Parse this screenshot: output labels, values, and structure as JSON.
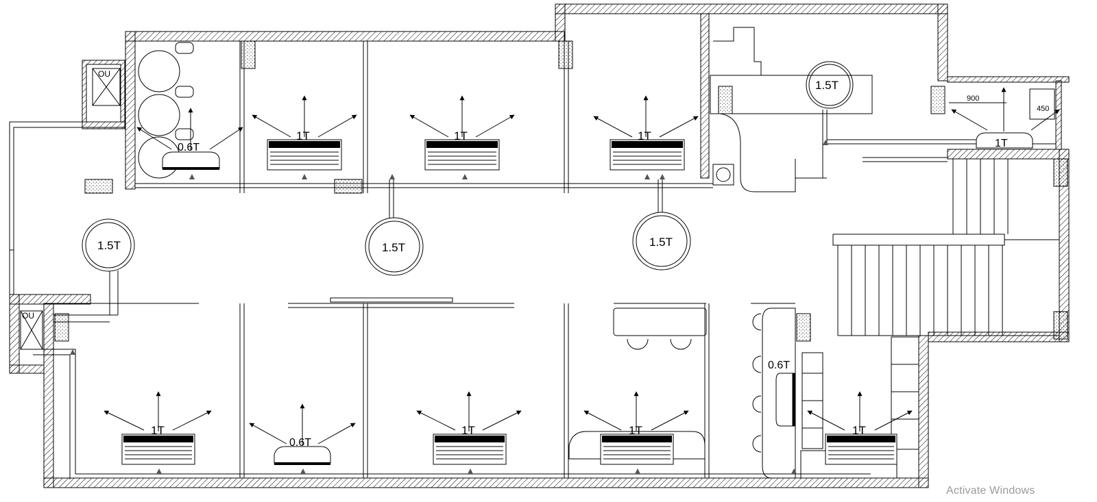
{
  "plan": {
    "outdoor_unit_label": "OU",
    "units": {
      "cassette_0_6": "0.6T",
      "wall_1": "1T",
      "ceiling_1_5": "1.5T",
      "wall_0_6": "0.6T"
    },
    "dimensions": {
      "width_900": "900",
      "depth_450": "450"
    },
    "labels": {
      "l1": "1T",
      "l2": "1T",
      "l3": "1T",
      "l4": "1T",
      "l5": "1T",
      "l6": "1T",
      "l7": "1T",
      "l8": "1T",
      "l9": "0.6T",
      "l10": "0.6T",
      "l11": "0.6T",
      "l12": "1.5T",
      "l13": "1.5T",
      "l14": "1.5T",
      "l15": "1.5T",
      "l16": "OU",
      "l17": "OU"
    }
  },
  "watermark": "Activate Windows"
}
